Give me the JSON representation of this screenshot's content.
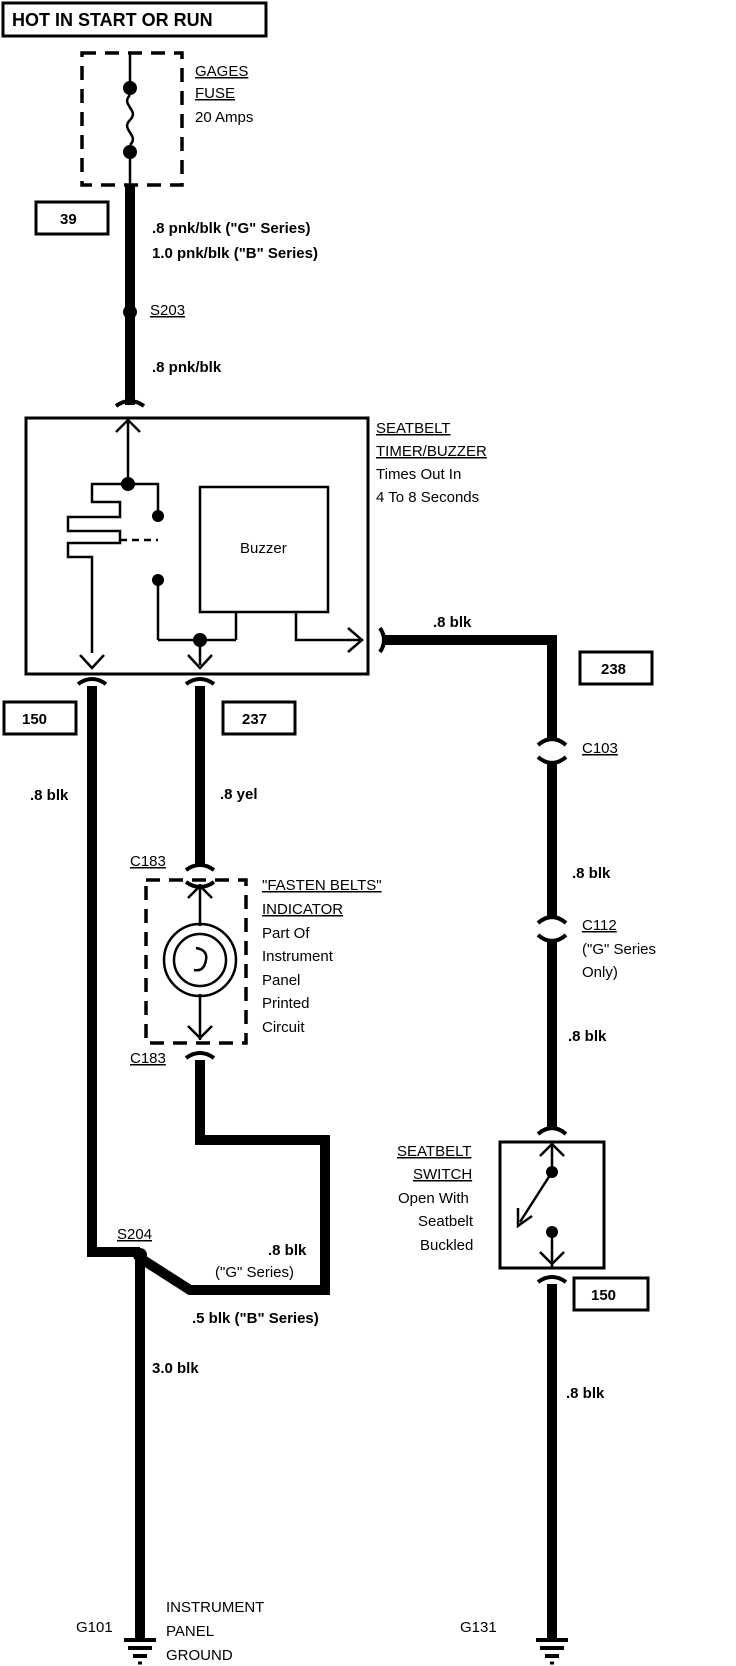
{
  "header": {
    "title": "HOT IN START OR RUN"
  },
  "fuse": {
    "name_line1": "GAGES",
    "name_line2": "FUSE",
    "rating": "20 Amps"
  },
  "circuits": {
    "c39": "39",
    "c150_left": "150",
    "c237": "237",
    "c238": "238",
    "c150_right": "150"
  },
  "wires": {
    "fuse_out_g": ".8 pnk/blk (\"G\" Series)",
    "fuse_out_b": "1.0 pnk/blk (\"B\" Series)",
    "splice_s203": "S203",
    "after_s203": ".8 pnk/blk",
    "left_ground": ".8 blk",
    "indicator_feed": ".8 yel",
    "timer_to_switch": ".8 blk",
    "c103_c112": ".8 blk",
    "c112_switch": ".8 blk",
    "switch_ground": ".8 blk",
    "indicator_ret_g_a": ".8 blk",
    "indicator_ret_g_b": "(\"G\" Series)",
    "indicator_ret_b": ".5 blk (\"B\" Series)",
    "ground_main": "3.0 blk"
  },
  "timer": {
    "name_line1": "SEATBELT",
    "name_line2": "TIMER/BUZZER",
    "desc_line1": "Times Out In",
    "desc_line2": "4 To 8 Seconds",
    "buzzer_label": "Buzzer"
  },
  "indicator": {
    "name_line1": "\"FASTEN BELTS\"",
    "name_line2": "INDICATOR",
    "desc": [
      "Part Of",
      "Instrument",
      "Panel",
      "Printed",
      "Circuit"
    ]
  },
  "connectors": {
    "c183_top": "C183",
    "c183_bottom": "C183",
    "c103": "C103",
    "c112": "C112",
    "c112_note1": "(\"G\" Series",
    "c112_note2": "Only)"
  },
  "switch": {
    "name_line1": "SEATBELT",
    "name_line2": "SWITCH",
    "desc_line1": "Open With",
    "desc_line2": "Seatbelt",
    "desc_line3": "Buckled"
  },
  "splice_s204": "S204",
  "grounds": {
    "g101": "G101",
    "g101_desc1": "INSTRUMENT",
    "g101_desc2": "PANEL",
    "g101_desc3": "GROUND",
    "g131": "G131"
  }
}
